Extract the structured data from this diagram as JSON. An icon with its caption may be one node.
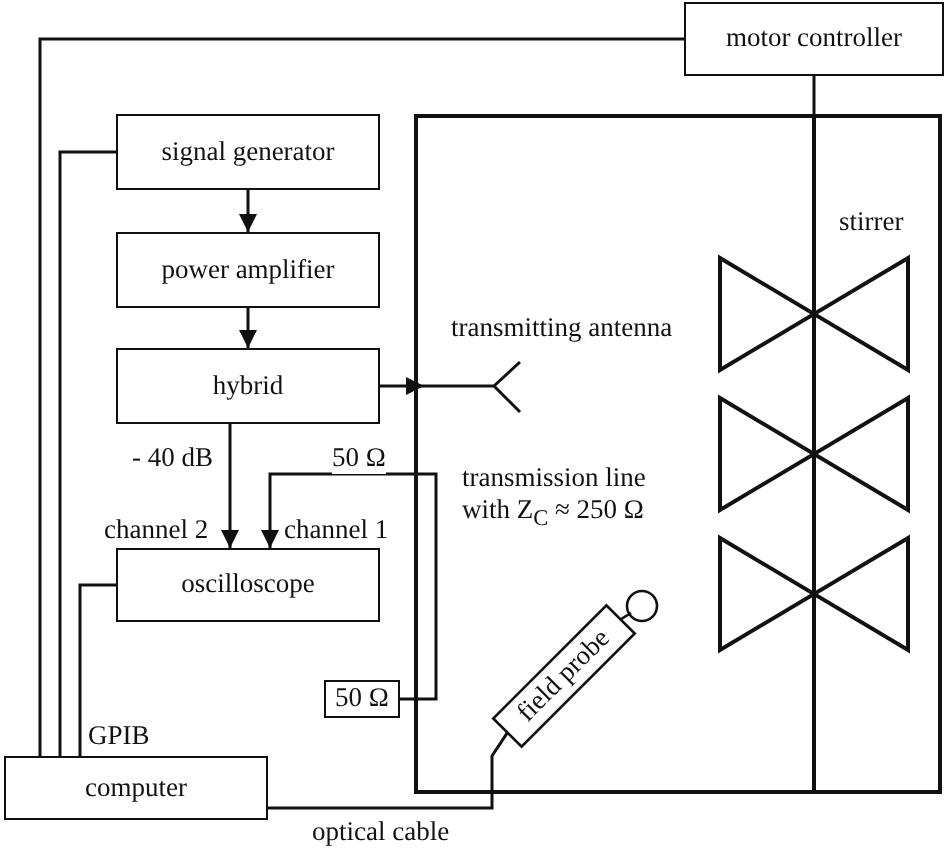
{
  "diagram": {
    "nodes": [
      {
        "text": [
          "motor controller"
        ]
      },
      {
        "text": [
          "signal generator"
        ]
      },
      {
        "text": [],
        "shape": "box"
      },
      {
        "text": [
          "stirrer"
        ],
        "in": 2
      },
      {
        "text": [
          "power amplifier"
        ]
      },
      {
        "text": [
          "hybrid"
        ]
      },
      {
        "text": [
          "transmitting antenna"
        ],
        "in": 2
      },
      {
        "text": [
          "oscilloscope"
        ]
      },
      {
        "text": [
          "field probe"
        ],
        "in": 2
      },
      {
        "text": [
          "50 Ω"
        ]
      },
      {
        "text": [
          "computer"
        ]
      }
    ],
    "edges": [
      {
        "from": 1,
        "to": 4,
        "arrow": "to"
      },
      {
        "from": 4,
        "to": 5,
        "arrow": "to"
      },
      {
        "from": 5,
        "to": 6,
        "arrow": "to"
      },
      {
        "from": 5,
        "to": 7,
        "arrow": "to",
        "label": "- 40 dB"
      },
      {
        "from": 9,
        "to": 7,
        "arrow": "to",
        "label": "50 Ω"
      },
      {
        "from": 0,
        "to": 3,
        "arrow": "none"
      },
      {
        "from": 0,
        "to": 10,
        "arrow": "none"
      },
      {
        "from": 1,
        "to": 10,
        "arrow": "none"
      },
      {
        "from": 7,
        "to": 10,
        "arrow": "none",
        "label": "GPIB"
      },
      {
        "from": 10,
        "to": 8,
        "arrow": "none",
        "label": "optical cable"
      }
    ],
    "labels": [
      "channel 2",
      "channel 1",
      "transmission line with Z$_{C}$ ≈ 250 Ω"
    ]
  }
}
